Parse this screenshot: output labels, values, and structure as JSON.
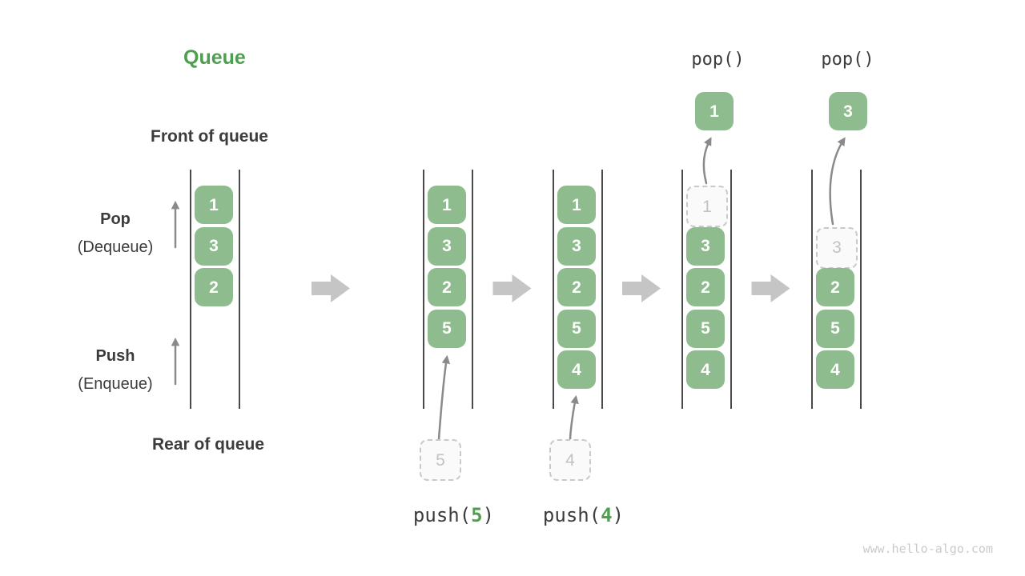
{
  "title": "Queue",
  "labels": {
    "front": "Front of queue",
    "rear": "Rear of queue",
    "pop": "Pop",
    "pop_sub": "(Dequeue)",
    "push": "Push",
    "push_sub": "(Enqueue)"
  },
  "watermark": "www.hello-algo.com",
  "colors": {
    "box_green": "#8FBC8F",
    "accent_green": "#4E9E50",
    "box_number": "#FFFFFF",
    "dashed_border": "#C9C9C9",
    "dashed_fill": "#FAFAFA",
    "dashed_number": "#C2C2C2",
    "rail": "#4A4A4A",
    "block_arrow": "#C5C5C5",
    "thin_arrow": "#8A8A8A",
    "label_text": "#3C3C3C",
    "watermark_text": "#CBCBCB"
  },
  "columns": [
    {
      "name": "queue-state-initial",
      "boxes": [
        {
          "slot": 0,
          "value": "1",
          "dashed": false
        },
        {
          "slot": 1,
          "value": "3",
          "dashed": false
        },
        {
          "slot": 2,
          "value": "2",
          "dashed": false
        }
      ]
    },
    {
      "name": "queue-state-after-push-5",
      "boxes": [
        {
          "slot": 0,
          "value": "1",
          "dashed": false
        },
        {
          "slot": 1,
          "value": "3",
          "dashed": false
        },
        {
          "slot": 2,
          "value": "2",
          "dashed": false
        },
        {
          "slot": 3,
          "value": "5",
          "dashed": false
        }
      ],
      "operation": {
        "type": "push",
        "prefix": "push(",
        "arg": "5",
        "suffix": ")",
        "staging_value": "5"
      }
    },
    {
      "name": "queue-state-after-push-4",
      "boxes": [
        {
          "slot": 0,
          "value": "1",
          "dashed": false
        },
        {
          "slot": 1,
          "value": "3",
          "dashed": false
        },
        {
          "slot": 2,
          "value": "2",
          "dashed": false
        },
        {
          "slot": 3,
          "value": "5",
          "dashed": false
        },
        {
          "slot": 4,
          "value": "4",
          "dashed": false
        }
      ],
      "operation": {
        "type": "push",
        "prefix": "push(",
        "arg": "4",
        "suffix": ")",
        "staging_value": "4"
      }
    },
    {
      "name": "queue-state-pop-1",
      "boxes": [
        {
          "slot": 0,
          "value": "1",
          "dashed": true
        },
        {
          "slot": 1,
          "value": "3",
          "dashed": false
        },
        {
          "slot": 2,
          "value": "2",
          "dashed": false
        },
        {
          "slot": 3,
          "value": "5",
          "dashed": false
        },
        {
          "slot": 4,
          "value": "4",
          "dashed": false
        }
      ],
      "operation": {
        "type": "pop",
        "label": "pop()",
        "result_value": "1"
      }
    },
    {
      "name": "queue-state-pop-3",
      "boxes": [
        {
          "slot": 1,
          "value": "3",
          "dashed": true
        },
        {
          "slot": 2,
          "value": "2",
          "dashed": false
        },
        {
          "slot": 3,
          "value": "5",
          "dashed": false
        },
        {
          "slot": 4,
          "value": "4",
          "dashed": false
        }
      ],
      "operation": {
        "type": "pop",
        "label": "pop()",
        "result_value": "3"
      }
    }
  ]
}
